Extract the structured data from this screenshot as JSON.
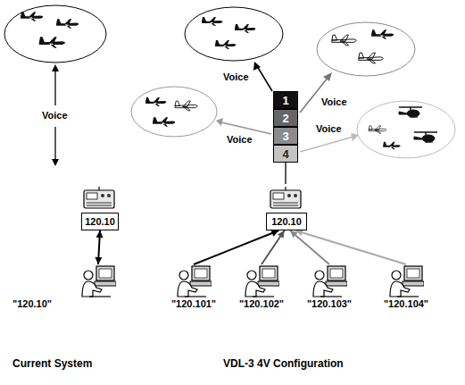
{
  "diagram": {
    "nodes": [
      {
        "text": [
          "120.10"
        ]
      },
      {
        "text": [
          "1"
        ]
      },
      {
        "text": [
          "2"
        ]
      },
      {
        "text": [
          "3"
        ]
      },
      {
        "text": [
          "4"
        ]
      },
      {
        "text": [
          "120.10"
        ]
      },
      {
        "text": [
          "\"120.10\""
        ]
      },
      {
        "text": [
          "\"120.101\""
        ]
      },
      {
        "text": [
          "\"120.102\""
        ]
      },
      {
        "text": [
          "\"120.103\""
        ]
      },
      {
        "text": [
          "\"120.104\""
        ]
      }
    ],
    "edges": [
      {
        "from": 0,
        "to": 6,
        "arrow": "both"
      },
      {
        "from": 7,
        "to": 5,
        "arrow": "to"
      },
      {
        "from": 8,
        "to": 5,
        "arrow": "to"
      },
      {
        "from": 9,
        "to": 5,
        "arrow": "to"
      },
      {
        "from": 10,
        "to": 5,
        "arrow": "to"
      }
    ],
    "labels": [
      "Voice",
      "Voice",
      "Voice",
      "Voice",
      "Voice",
      "Current System",
      "VDL-3 4V Configuration"
    ]
  }
}
